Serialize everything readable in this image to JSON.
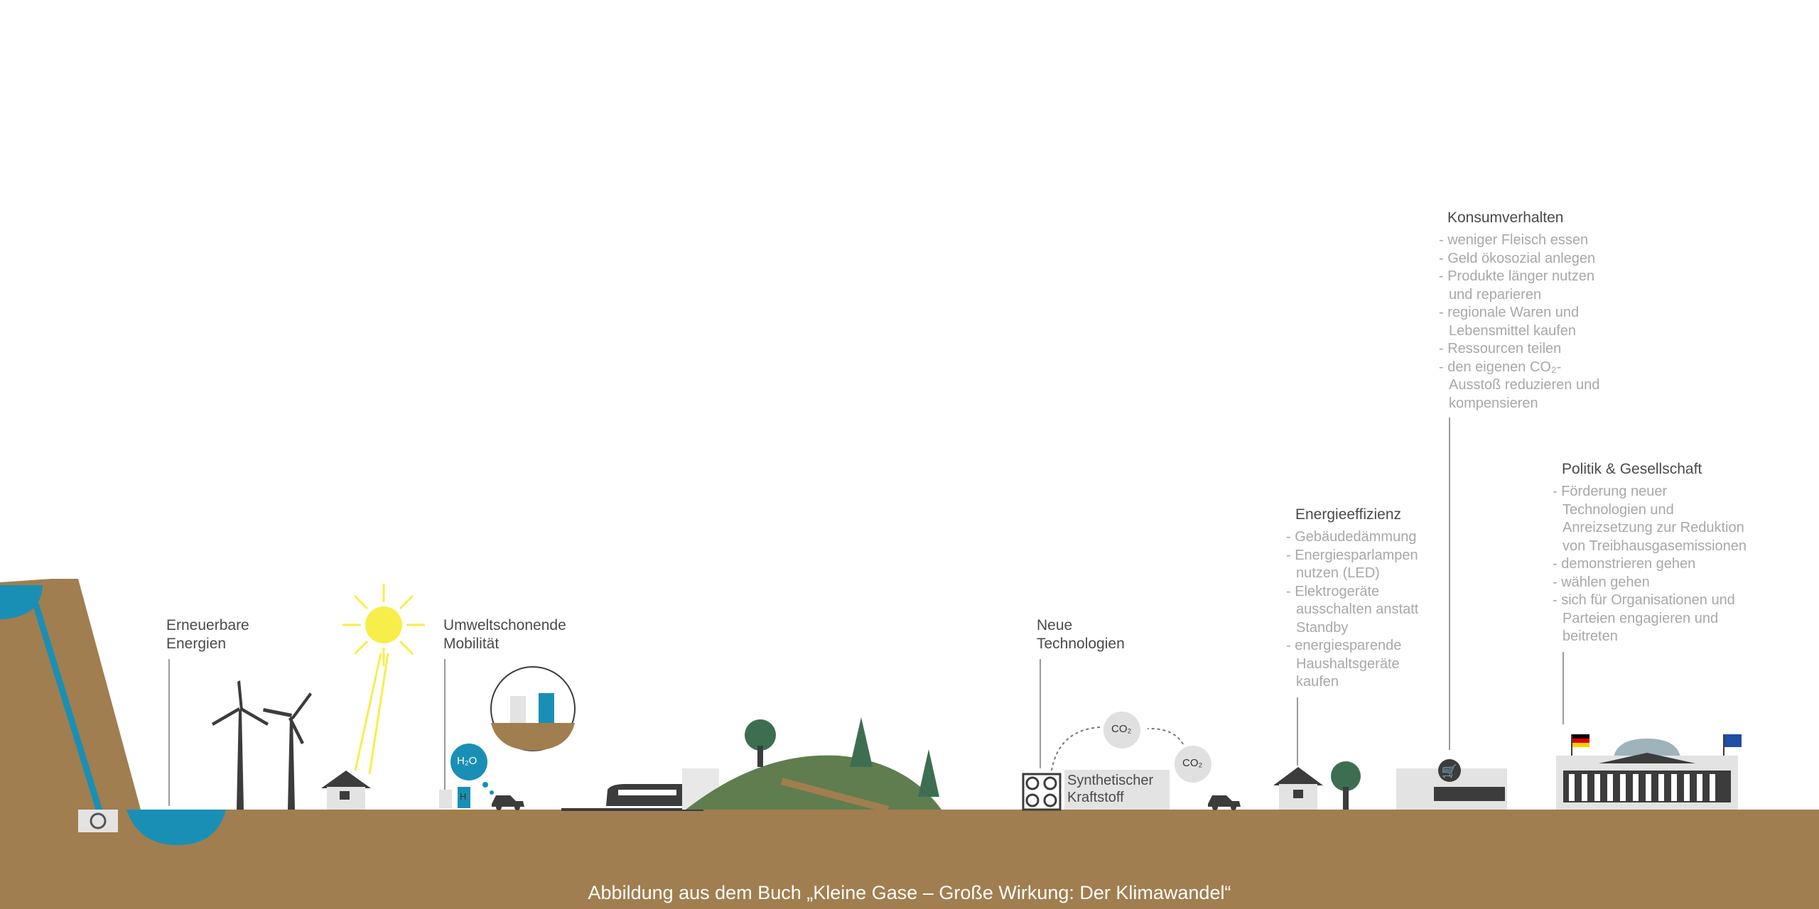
{
  "sections": {
    "renewables": {
      "title_line1": "Erneuerbare",
      "title_line2": "Energien"
    },
    "mobility": {
      "title_line1": "Umweltschonende",
      "title_line2": "Mobilität"
    },
    "technologies": {
      "title_line1": "Neue",
      "title_line2": "Technologien",
      "fuel_line1": "Synthetischer",
      "fuel_line2": "Kraftstoff"
    },
    "efficiency": {
      "title": "Energieeffizienz",
      "items": [
        "Gebäudedämmung",
        "Energiesparlampen nutzen (LED)",
        "Elektrogeräte ausschalten anstatt Standby",
        "energiesparende Haushaltsgeräte kaufen"
      ]
    },
    "consumption": {
      "title": "Konsumverhalten",
      "items": [
        "weniger Fleisch essen",
        "Geld ökosozial anlegen",
        "Produkte länger nutzen und reparieren",
        "regionale Waren und Lebensmittel kaufen",
        "Ressourcen teilen",
        "den eigenen CO₂-Ausstoß reduzieren und kompensieren"
      ]
    },
    "politics": {
      "title": "Politik & Gesellschaft",
      "items": [
        "Förderung neuer Technologien und Anreizsetzung zur Reduktion von Treibhausgasemissionen",
        "demonstrieren gehen",
        "wählen gehen",
        "sich für Organisationen und Parteien engagieren und beitreten"
      ]
    }
  },
  "badges": {
    "water": "H₂O",
    "co2_a": "CO₂",
    "co2_b": "CO₂",
    "hydrogen": "H"
  },
  "caption": "Abbildung aus dem Buch „Kleine Gase – Große Wirkung: Der Klimawandel“",
  "colors": {
    "ground": "#a07e4f",
    "water": "#1a8fb5",
    "hill": "#5f7d4e",
    "tree": "#3e6e52",
    "sun": "#f8ee4a",
    "dark": "#3c3c3c"
  }
}
